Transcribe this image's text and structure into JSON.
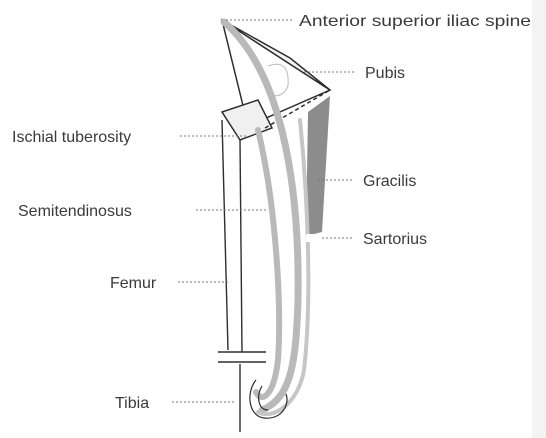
{
  "labels": {
    "asis": "Anterior superior iliac spine",
    "pubis": "Pubis",
    "ischial": "Ischial tuberosity",
    "gracilis": "Gracilis",
    "semitendinosus": "Semitendinosus",
    "sartorius": "Sartorius",
    "femur": "Femur",
    "tibia": "Tibia"
  },
  "colors": {
    "outline": "#2e2e2e",
    "muscle_band": "#b9b9b9",
    "muscle_dark": "#8c8c8c",
    "label": "#3a3a3a",
    "leader": "#777777"
  }
}
